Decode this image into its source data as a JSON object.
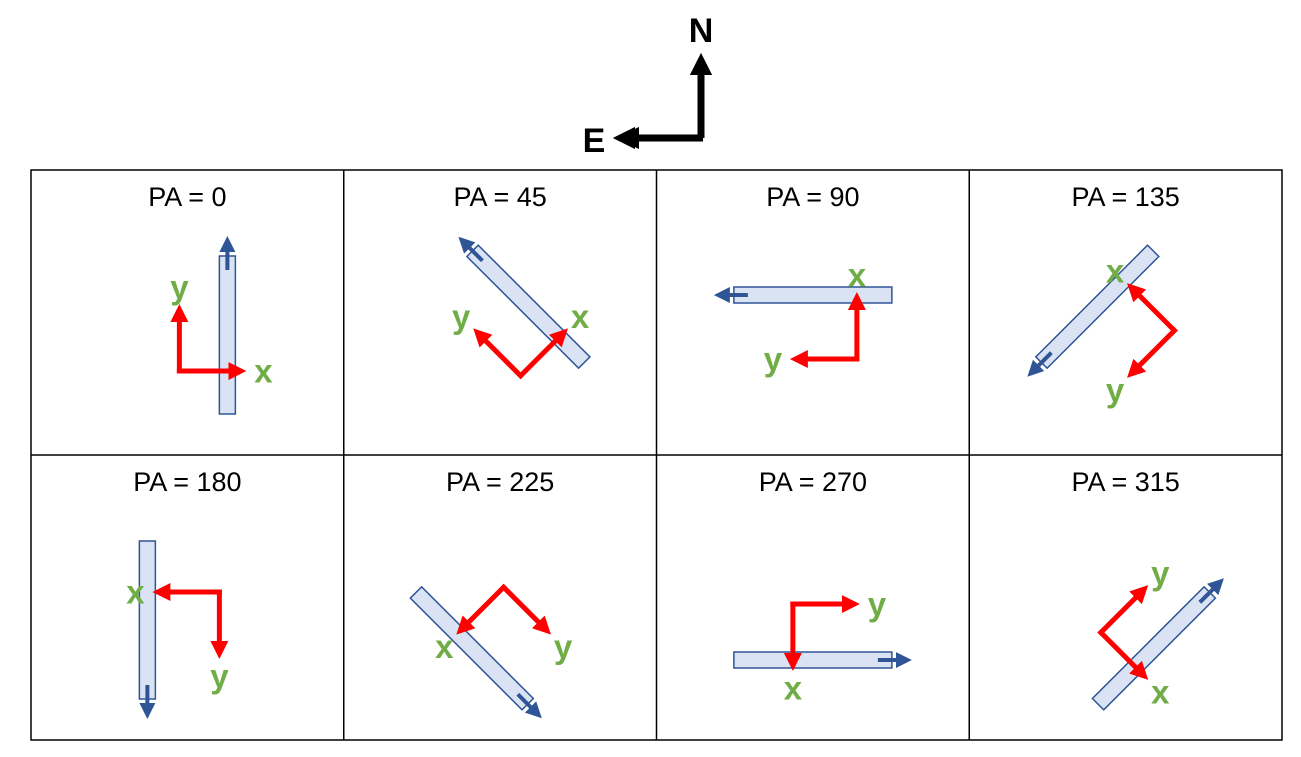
{
  "compass": {
    "north_label": "N",
    "east_label": "E"
  },
  "colors": {
    "axes_arrow": "#ff0000",
    "axis_label": "#70ad47",
    "slit_fill": "#dae3f3",
    "slit_stroke": "#2f5597",
    "compass": "#000000"
  },
  "panels": [
    {
      "label": "PA = 0",
      "pa": 0,
      "x_label": "x",
      "y_label": "y"
    },
    {
      "label": "PA = 45",
      "pa": 45,
      "x_label": "x",
      "y_label": "y"
    },
    {
      "label": "PA = 90",
      "pa": 90,
      "x_label": "x",
      "y_label": "y"
    },
    {
      "label": "PA = 135",
      "pa": 135,
      "x_label": "x",
      "y_label": "y"
    },
    {
      "label": "PA = 180",
      "pa": 180,
      "x_label": "x",
      "y_label": "y"
    },
    {
      "label": "PA = 225",
      "pa": 225,
      "x_label": "x",
      "y_label": "y"
    },
    {
      "label": "PA = 270",
      "pa": 270,
      "x_label": "x",
      "y_label": "y"
    },
    {
      "label": "PA = 315",
      "pa": 315,
      "x_label": "x",
      "y_label": "y"
    }
  ]
}
